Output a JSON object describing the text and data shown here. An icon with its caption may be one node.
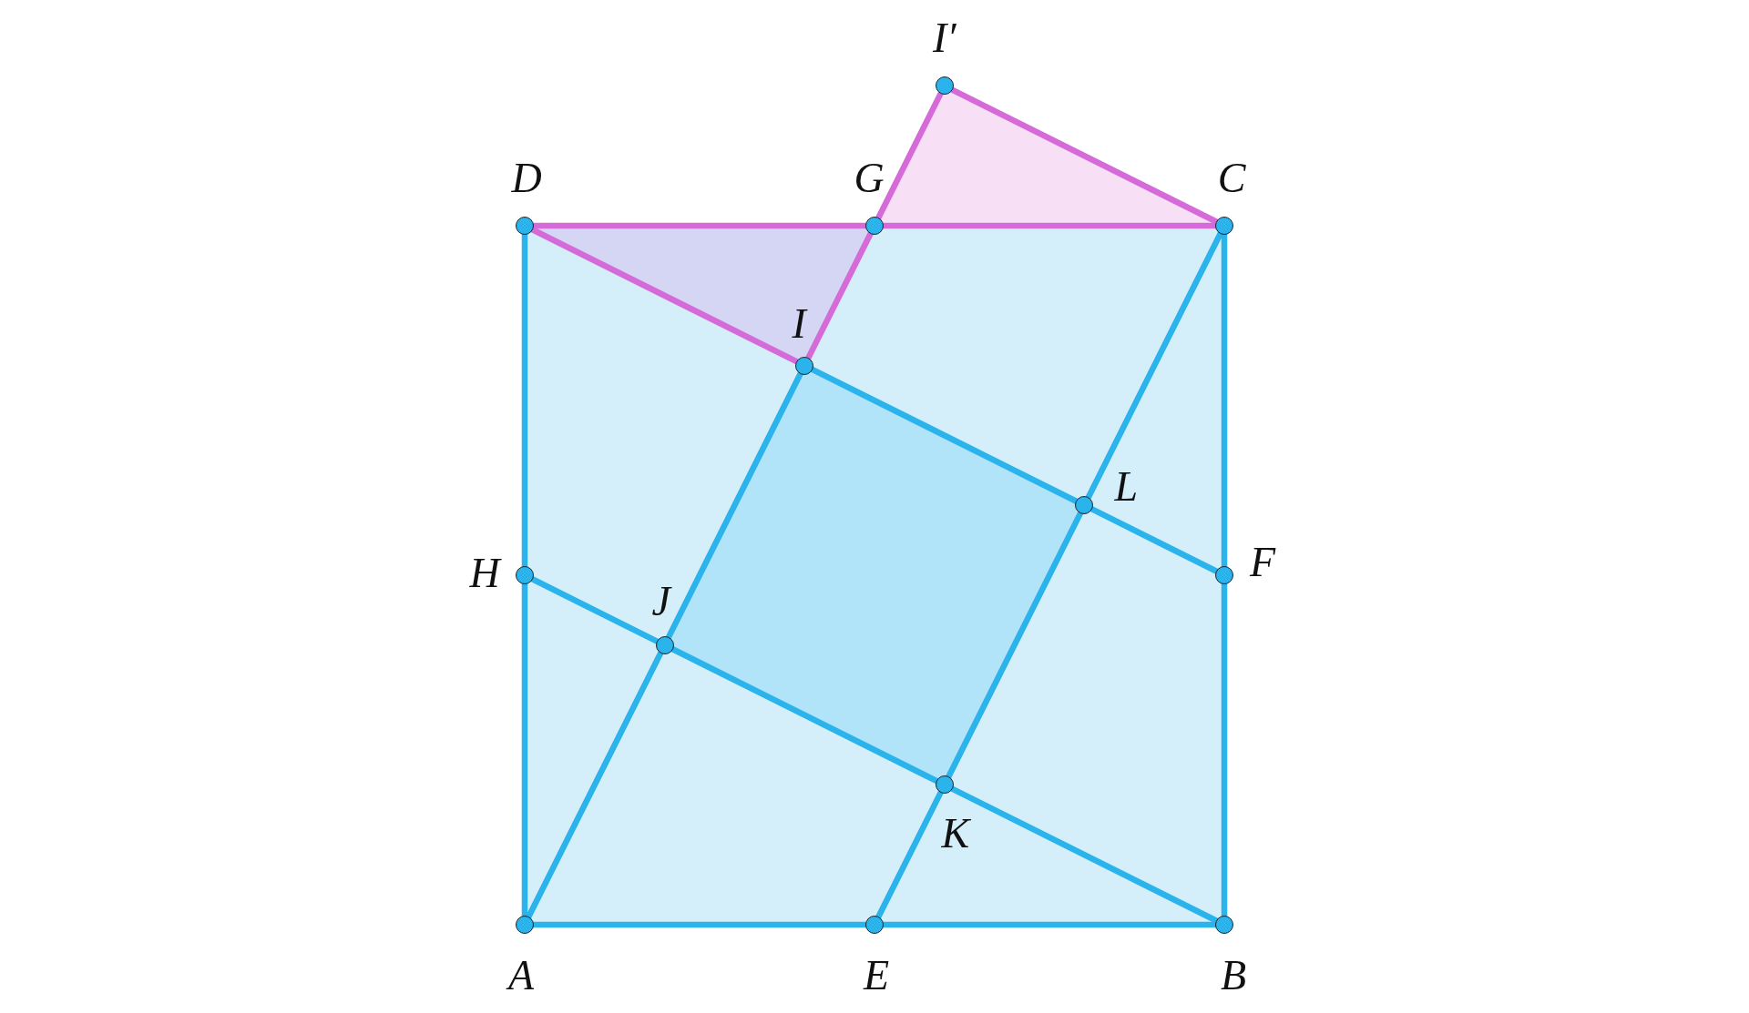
{
  "diagram": {
    "nodes": [
      {
        "text": [
          "I′"
        ]
      },
      {
        "text": [
          "D"
        ]
      },
      {
        "text": [
          "G"
        ]
      },
      {
        "text": [
          "C"
        ]
      },
      {
        "text": [
          "I"
        ]
      },
      {
        "text": [
          "L"
        ]
      },
      {
        "text": [
          "H"
        ]
      },
      {
        "text": [
          "J"
        ]
      },
      {
        "text": [
          "F"
        ]
      },
      {
        "text": [
          "K"
        ]
      },
      {
        "text": [
          "A"
        ]
      },
      {
        "text": [
          "E"
        ]
      },
      {
        "text": [
          "B"
        ]
      }
    ],
    "edges": [
      {
        "from": 10,
        "to": 11,
        "arrow": "none"
      },
      {
        "from": 11,
        "to": 12,
        "arrow": "none"
      },
      {
        "from": 12,
        "to": 8,
        "arrow": "none"
      },
      {
        "from": 8,
        "to": 3,
        "arrow": "none"
      },
      {
        "from": 1,
        "to": 6,
        "arrow": "none"
      },
      {
        "from": 6,
        "to": 10,
        "arrow": "none"
      },
      {
        "from": 10,
        "to": 7,
        "arrow": "none"
      },
      {
        "from": 7,
        "to": 4,
        "arrow": "none"
      },
      {
        "from": 11,
        "to": 9,
        "arrow": "none"
      },
      {
        "from": 9,
        "to": 5,
        "arrow": "none"
      },
      {
        "from": 5,
        "to": 3,
        "arrow": "none"
      },
      {
        "from": 4,
        "to": 5,
        "arrow": "none"
      },
      {
        "from": 5,
        "to": 8,
        "arrow": "none"
      },
      {
        "from": 6,
        "to": 7,
        "arrow": "none"
      },
      {
        "from": 7,
        "to": 9,
        "arrow": "none"
      },
      {
        "from": 9,
        "to": 12,
        "arrow": "none"
      },
      {
        "from": 1,
        "to": 2,
        "arrow": "none",
        "color": "#d56bd8"
      },
      {
        "from": 2,
        "to": 3,
        "arrow": "none",
        "color": "#d56bd8"
      },
      {
        "from": 1,
        "to": 4,
        "arrow": "none",
        "color": "#d56bd8"
      },
      {
        "from": 4,
        "to": 2,
        "arrow": "none",
        "color": "#d56bd8"
      },
      {
        "from": 2,
        "to": 0,
        "arrow": "none",
        "color": "#d56bd8"
      },
      {
        "from": 0,
        "to": 3,
        "arrow": "none",
        "color": "#d56bd8"
      }
    ]
  }
}
